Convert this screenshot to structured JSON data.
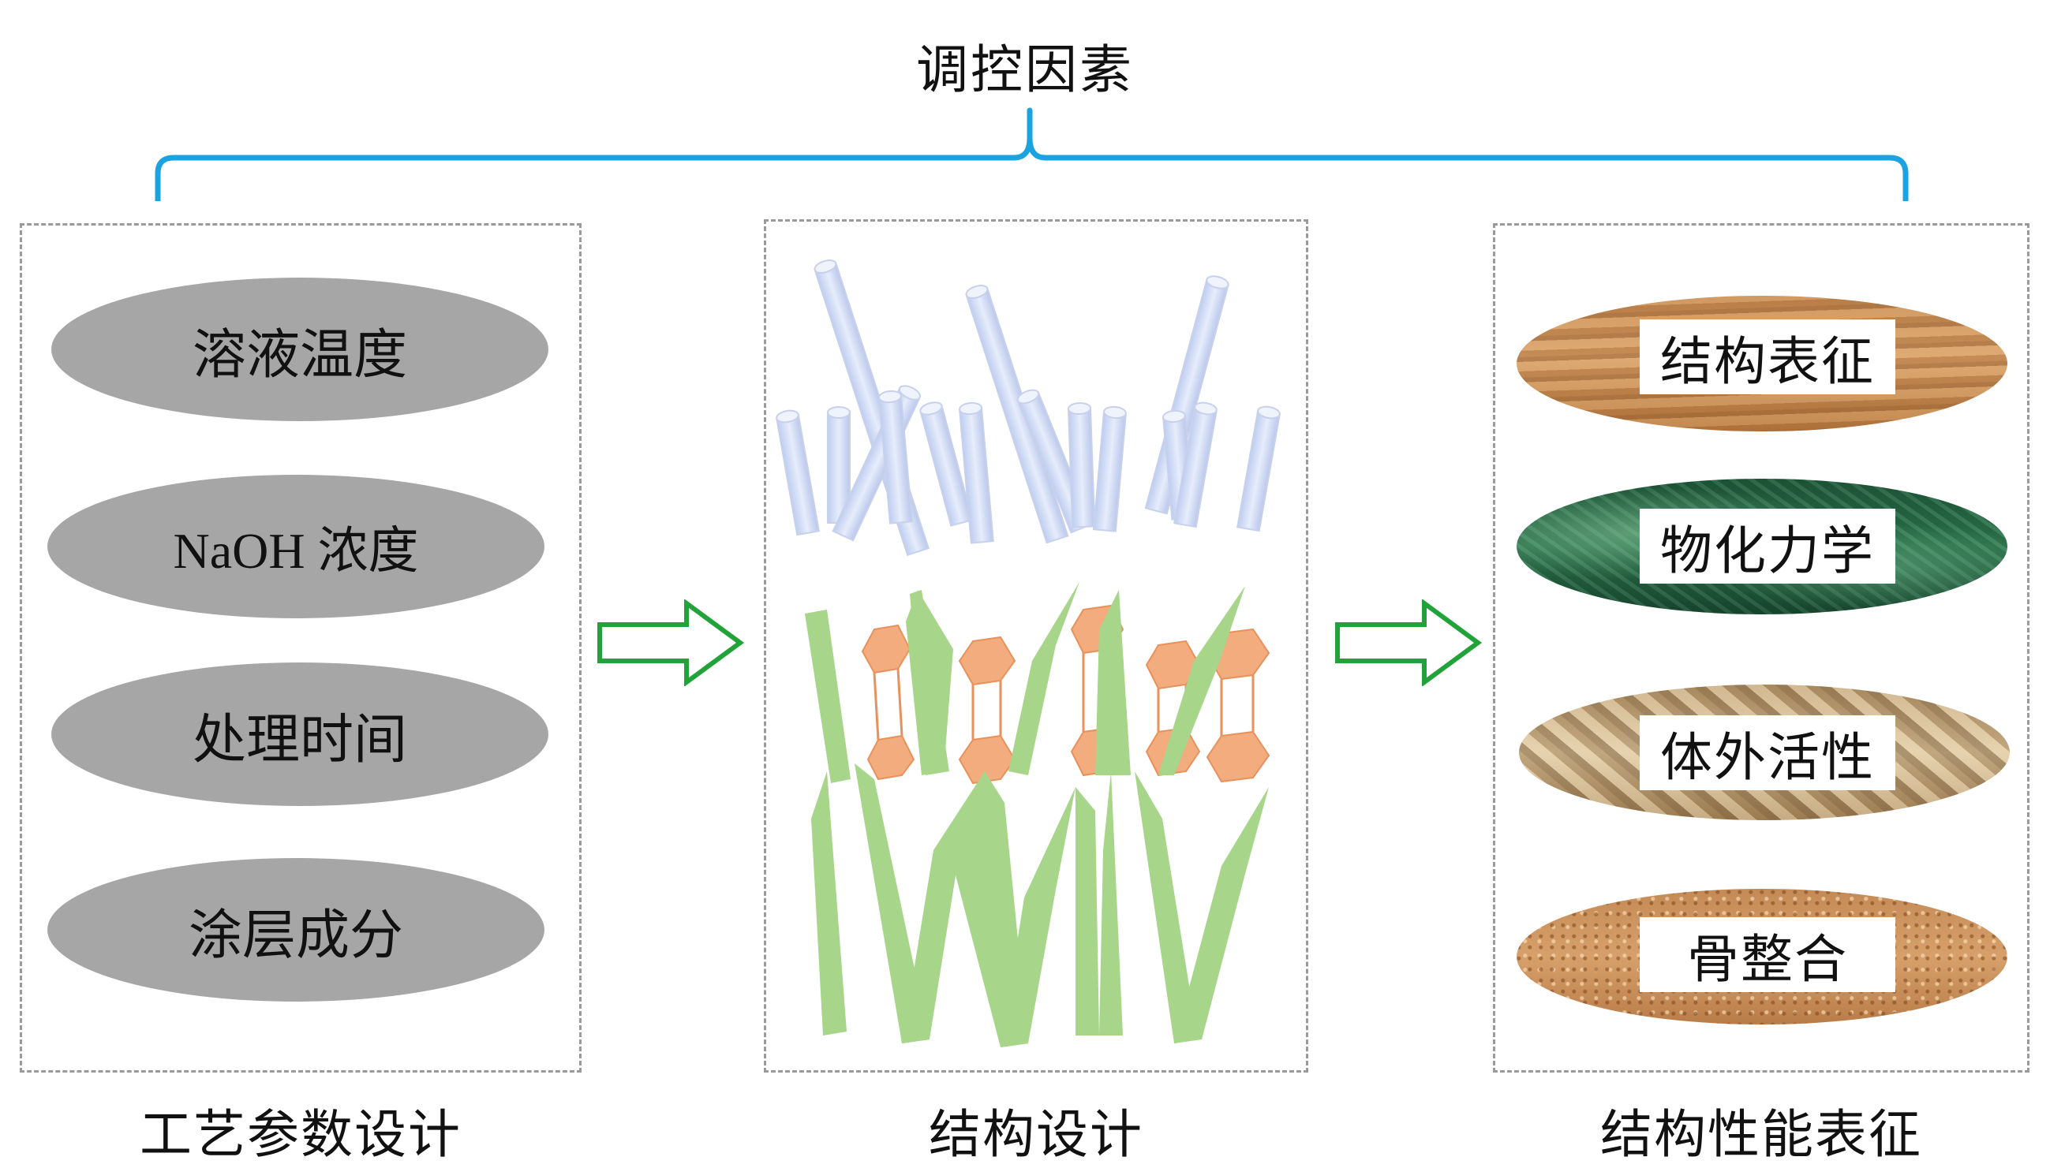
{
  "title": "调控因素",
  "colors": {
    "bracket": "#1aa3e0",
    "arrow": "#22a33a",
    "gray_oval": "#a6a6a6",
    "rod": "#c9d4f2",
    "blade": "#a7d68a",
    "crystal": "#f2ac7e",
    "dashed_border": "#9a9a9a"
  },
  "panels": {
    "left": {
      "label": "工艺参数设计",
      "items": [
        "溶液温度",
        "NaOH 浓度",
        "处理时间",
        "涂层成分"
      ]
    },
    "middle": {
      "label": "结构设计",
      "icons": [
        "nanorod-array-icon",
        "blade-crystal-structure-icon",
        "blade-array-icon"
      ]
    },
    "right": {
      "label": "结构性能表征",
      "items": [
        "结构表征",
        "物化力学",
        "体外活性",
        "骨整合"
      ]
    }
  }
}
